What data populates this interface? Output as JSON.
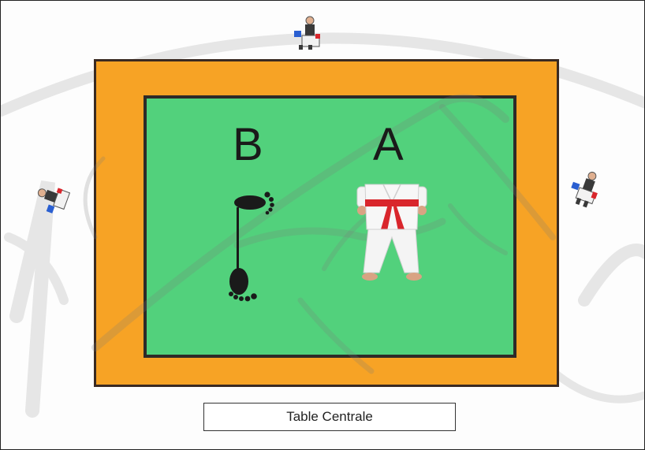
{
  "diagram": {
    "player_labels": {
      "left": "B",
      "right": "A"
    },
    "central_table_label": "Table Centrale",
    "colors": {
      "safety_area": "#f7a325",
      "competition_area": "#52d17c",
      "border": "#2e2a28",
      "belt": "#d9262c"
    },
    "icons": [
      "judge-seated-icon",
      "footprints-icon",
      "karateka-icon"
    ]
  }
}
